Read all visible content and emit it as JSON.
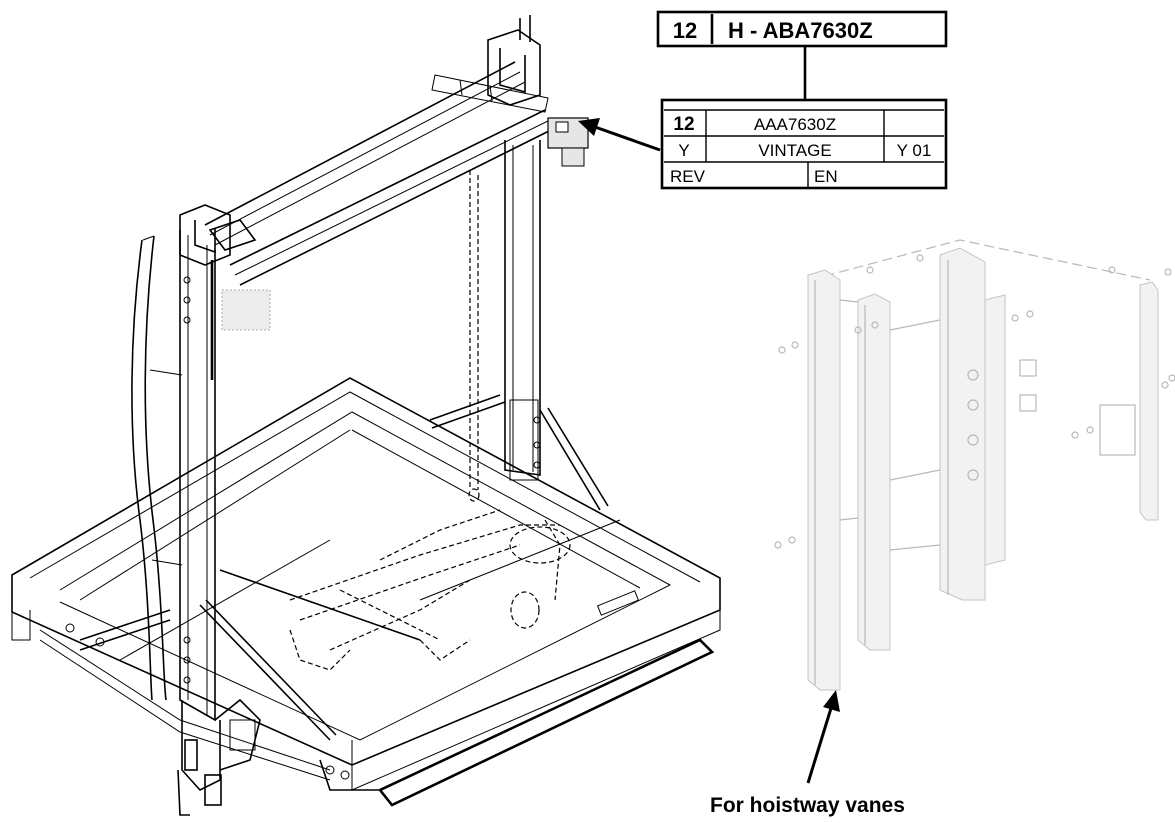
{
  "top_label": {
    "qty": "12",
    "code": "H - ABA7630Z"
  },
  "part_table": {
    "row1": {
      "qty": "12",
      "part": "AAA7630Z",
      "blank": ""
    },
    "row2": {
      "type": "Y",
      "name": "VINTAGE",
      "ver": "Y 01"
    },
    "row3": {
      "rev": "REV",
      "lang": "EN"
    }
  },
  "caption": "For hoistway vanes",
  "colors": {
    "ink": "#000000",
    "ghost": "#b8b8b8"
  }
}
